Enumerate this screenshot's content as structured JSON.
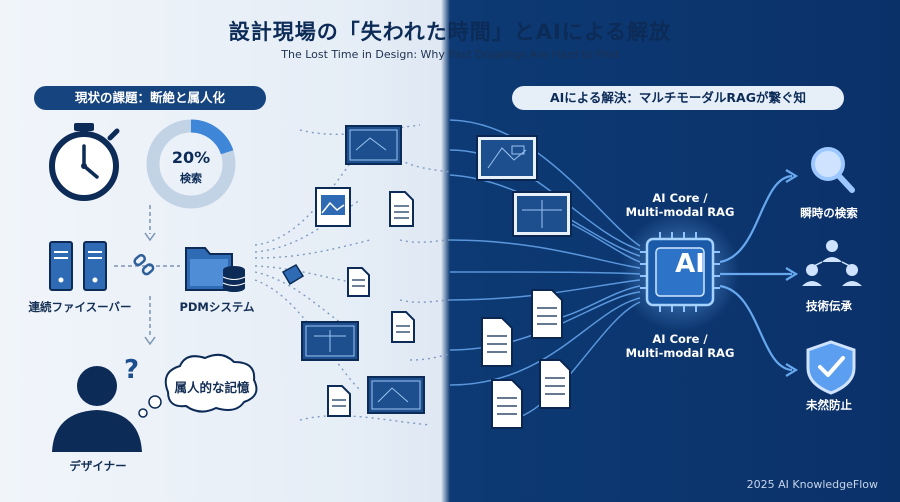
{
  "header": {
    "title": "設計現場の「失われた時間」とAIによる解放",
    "subtitle": "The Lost Time in Design: Why Past Drawings Are Hard to Find"
  },
  "left": {
    "section_title": "現状の課題：断絶と属人化",
    "donut": {
      "value_label": "20%",
      "caption": "検索",
      "fraction": 0.2
    },
    "server_label": "連続ファイスーバー",
    "pdm_label": "PDMシステム",
    "memory_label": "属人的な記憶",
    "designer_label": "デザイナー"
  },
  "right": {
    "section_title": "AIによる解決：マルチモーダルRAGが繋ぐ知",
    "chip_text": "AI",
    "core_label_top_line1": "AI Core /",
    "core_label_top_line2": "Multi-modal RAG",
    "core_label_bottom_line1": "AI Core /",
    "core_label_bottom_line2": "Multi-modal RAG",
    "outputs": [
      {
        "label": "瞬時の検索",
        "icon": "magnifier-icon"
      },
      {
        "label": "技術伝承",
        "icon": "people-network-icon"
      },
      {
        "label": "未然防止",
        "icon": "shield-check-icon"
      }
    ]
  },
  "footer": {
    "credit": "2025 AI KnowledgeFlow"
  },
  "colors": {
    "navy": "#0c2b57",
    "brand_blue": "#16447f",
    "accent": "#3e86d8",
    "right_bg": "#0d3a74"
  }
}
